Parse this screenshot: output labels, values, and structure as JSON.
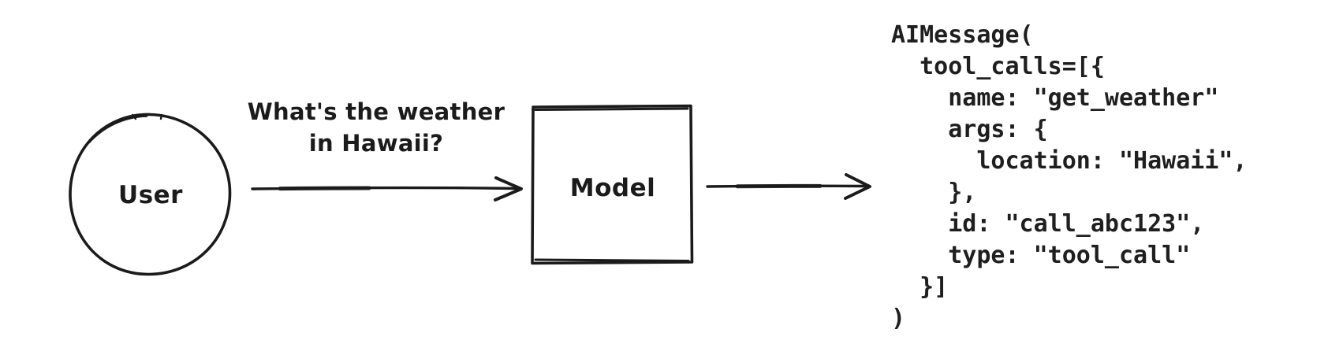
{
  "diagram": {
    "title_hint": "user-to-model tool call flow",
    "colors": {
      "ink": "#1b1b1b",
      "background": "#ffffff"
    },
    "user_node": {
      "label": "User",
      "shape": "circle"
    },
    "model_node": {
      "label": "Model",
      "shape": "rectangle"
    },
    "message": {
      "line1": "What's the weather",
      "line2": "in Hawaii?"
    },
    "arrows": [
      {
        "name": "user-to-model",
        "direction": "right"
      },
      {
        "name": "model-to-output",
        "direction": "right"
      }
    ],
    "code": {
      "text": "AIMessage(\n  tool_calls=[{\n    name: \"get_weather\"\n    args: {\n      location: \"Hawaii\",\n    },\n    id: \"call_abc123\",\n    type: \"tool_call\"\n  }]\n)"
    }
  }
}
